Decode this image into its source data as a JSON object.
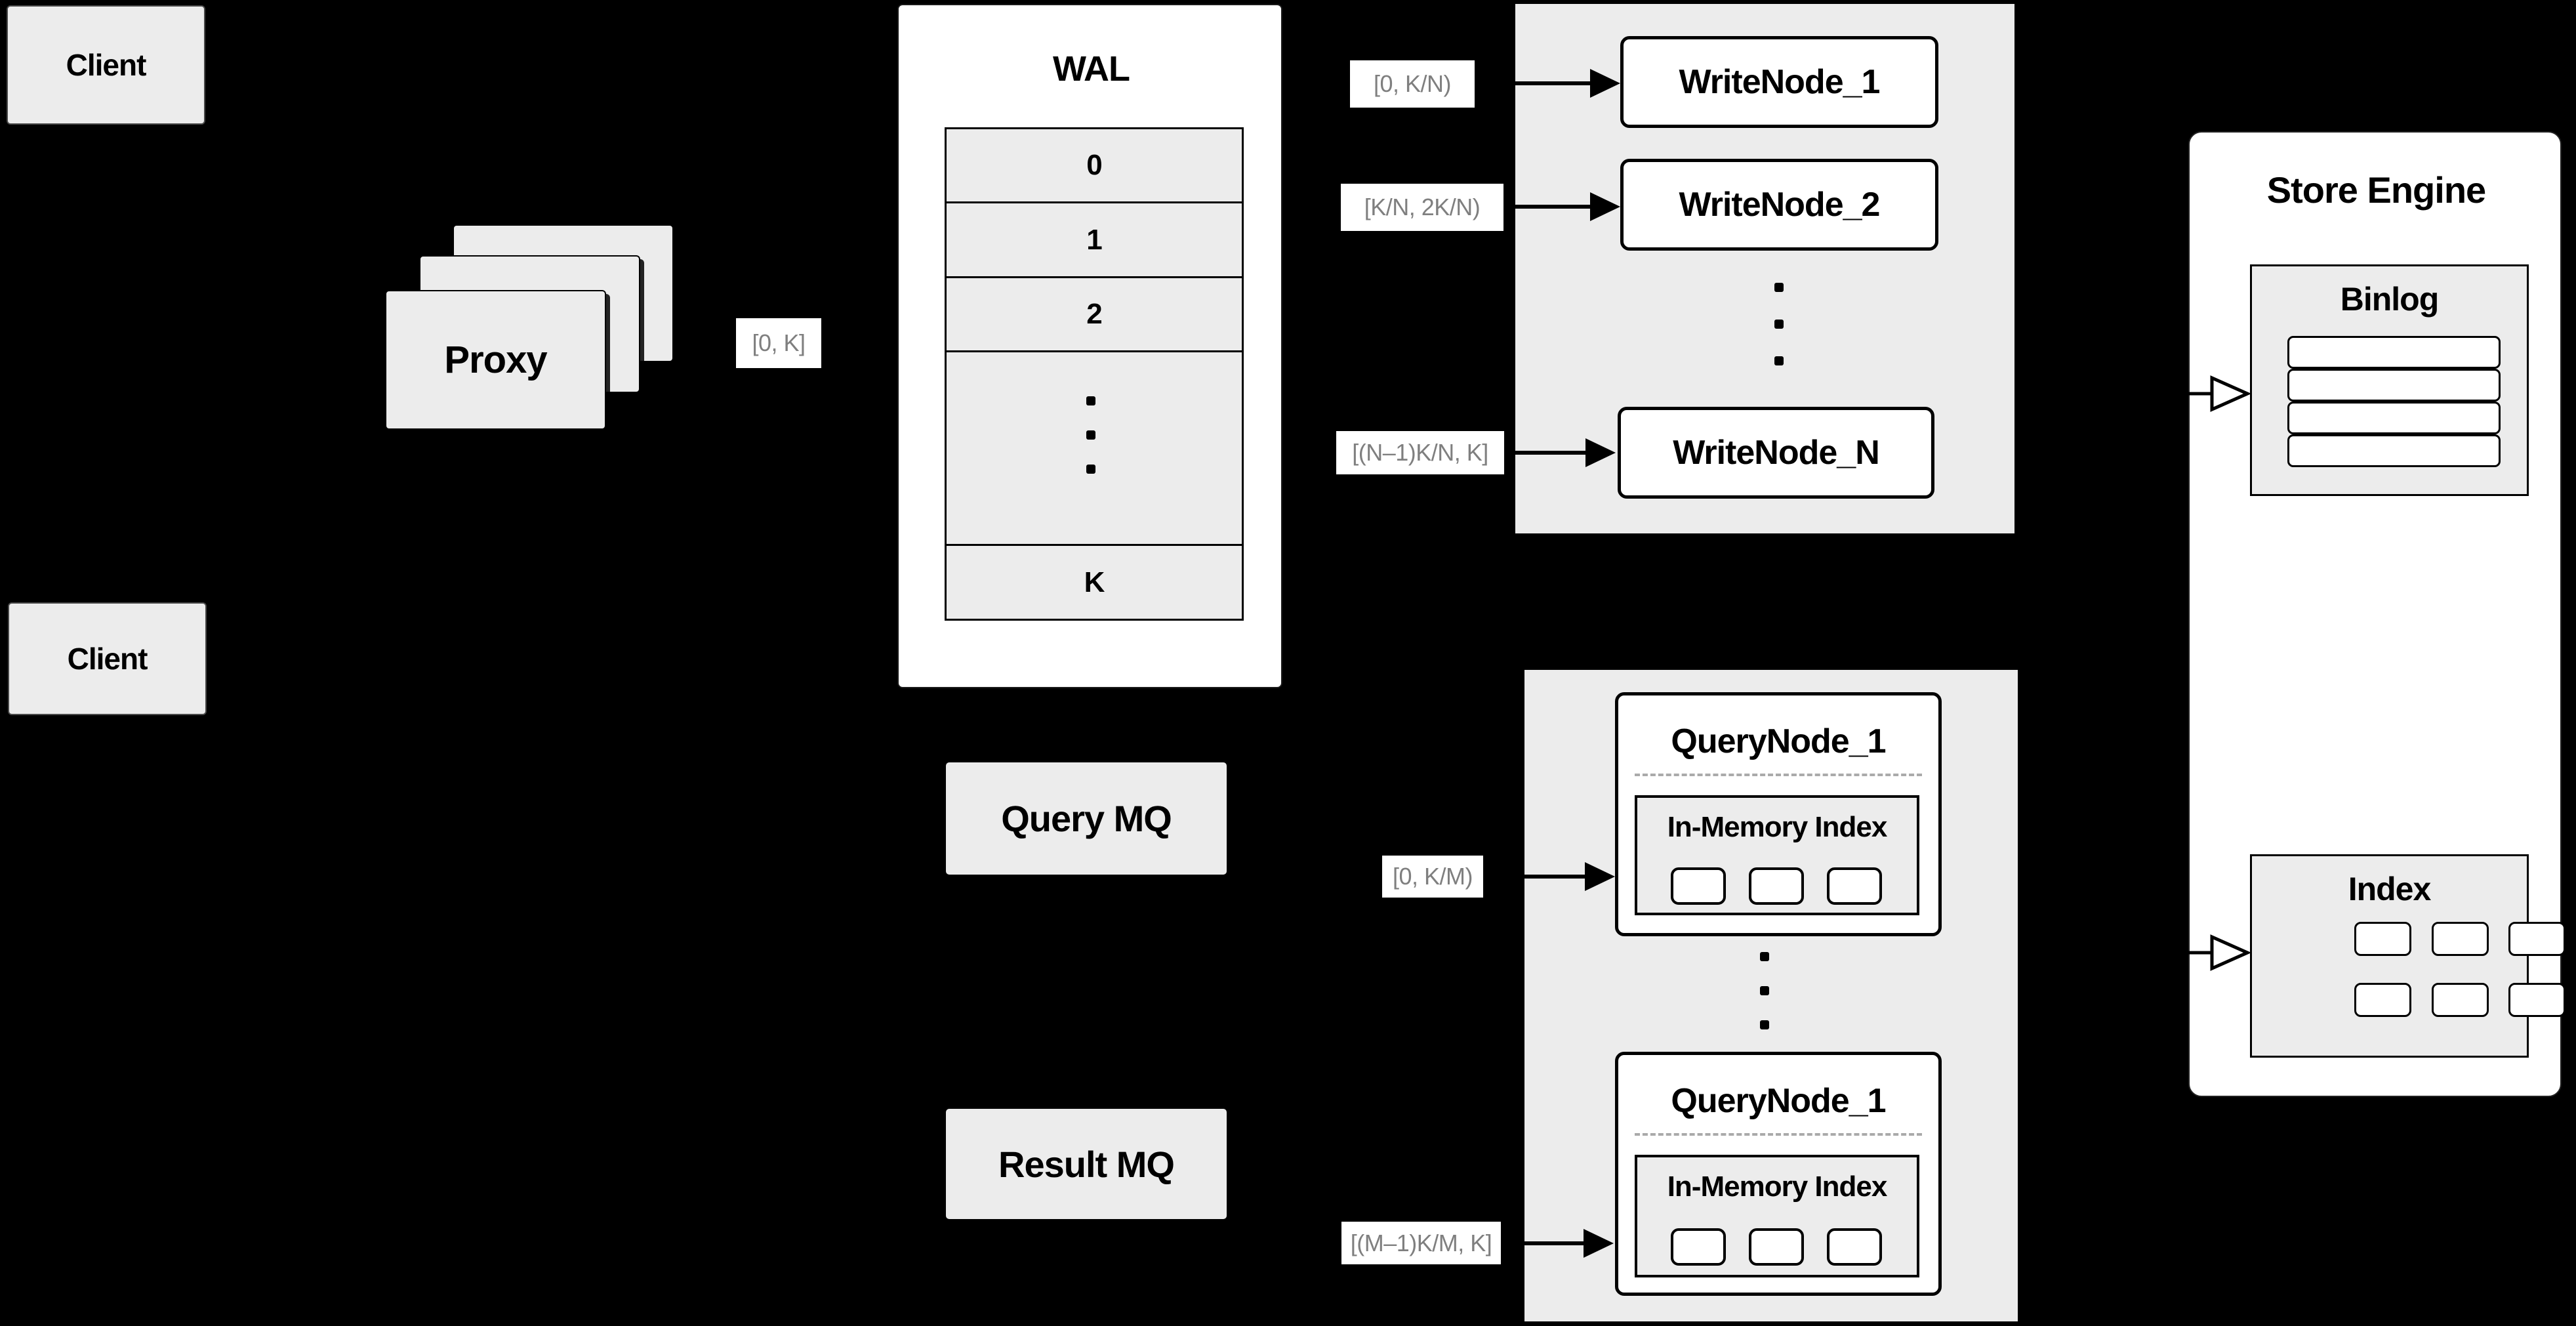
{
  "colors": {
    "background": "#000000",
    "panel_gray": "#ececec",
    "box_white": "#ffffff",
    "line_black": "#000000",
    "label_gray_text": "#7f7f7f",
    "dashed_divider": "#aaaaaa"
  },
  "client_top": {
    "label": "Client"
  },
  "client_bottom": {
    "label": "Client"
  },
  "proxy": {
    "label": "Proxy"
  },
  "wal": {
    "title": "WAL",
    "rows": [
      "0",
      "1",
      "2"
    ],
    "last_row": "K"
  },
  "edge_labels": {
    "proxy_to_wal": "[0, K]",
    "wal_to_writenode1": "[0,  K/N)",
    "wal_to_writenode2": "[K/N, 2K/N)",
    "wal_to_writenodeN": "[(N–1)K/N,  K]",
    "querymq_to_querynode1": "[0, K/M)",
    "querymq_to_querynode2": "[(M–1)K/M, K]"
  },
  "write_nodes": {
    "node1": "WriteNode_1",
    "node2": "WriteNode_2",
    "nodeN": "WriteNode_N"
  },
  "mq": {
    "query": "Query MQ",
    "result": "Result MQ"
  },
  "query_nodes": {
    "node1_title": "QueryNode_1",
    "node2_title": "QueryNode_1",
    "inmem1_title": "In-Memory Index",
    "inmem2_title": "In-Memory Index"
  },
  "store_engine": {
    "title": "Store Engine",
    "binlog_title": "Binlog",
    "index_title": "Index"
  }
}
